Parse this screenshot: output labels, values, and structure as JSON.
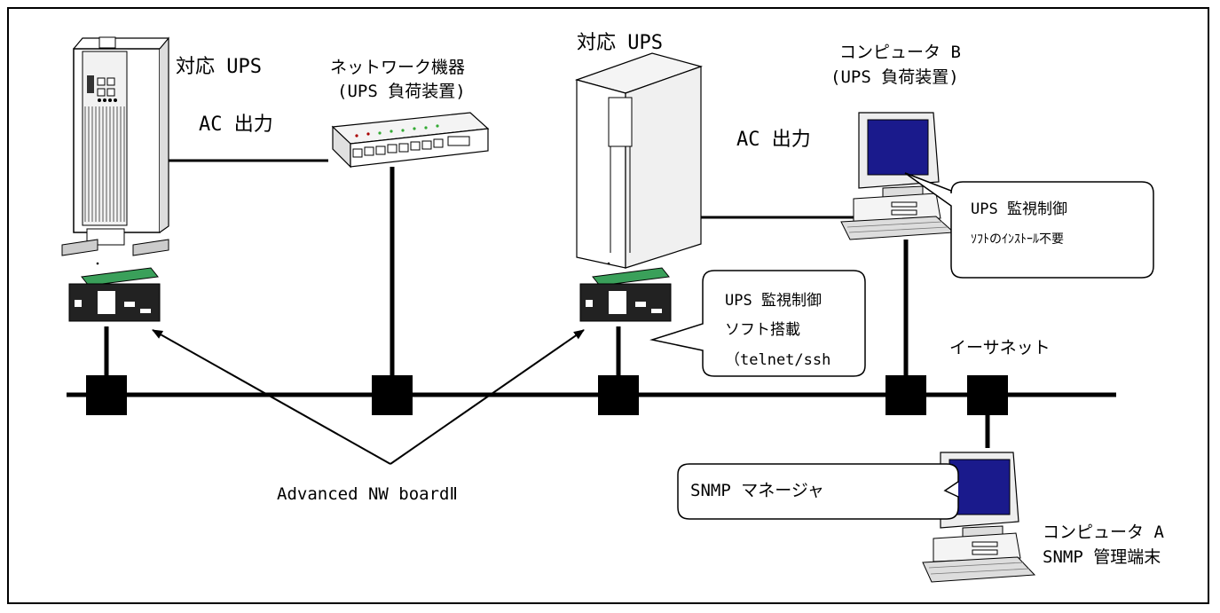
{
  "labels": {
    "ups_left": "対応 UPS",
    "ac_out_left": "AC 出力",
    "network_device_title": "ネットワーク機器",
    "network_device_sub": "(UPS 負荷装置)",
    "ups_center": "対応 UPS",
    "computer_b_title": "コンピュータ B",
    "computer_b_sub": "(UPS 負荷装置)",
    "ac_out_right": "AC 出力",
    "ethernet": "イーサネット",
    "board_name": "Advanced NW boardⅡ",
    "computer_a_title": "コンピュータ A",
    "computer_a_sub": "SNMP 管理端末"
  },
  "callouts": {
    "onboard_line1": "UPS 監視制御",
    "onboard_line2": "ソフト搭載",
    "onboard_line3": "（telnet/ssh",
    "computer_b_line1": "UPS 監視制御",
    "computer_b_line2": "ｿﾌﾄのｲﾝｽﾄｰﾙ不要",
    "snmp_manager": "SNMP マネージャ"
  },
  "colors": {
    "line": "#000000",
    "card_green": "#3aa05a",
    "screen_blue": "#1a1a8c"
  }
}
